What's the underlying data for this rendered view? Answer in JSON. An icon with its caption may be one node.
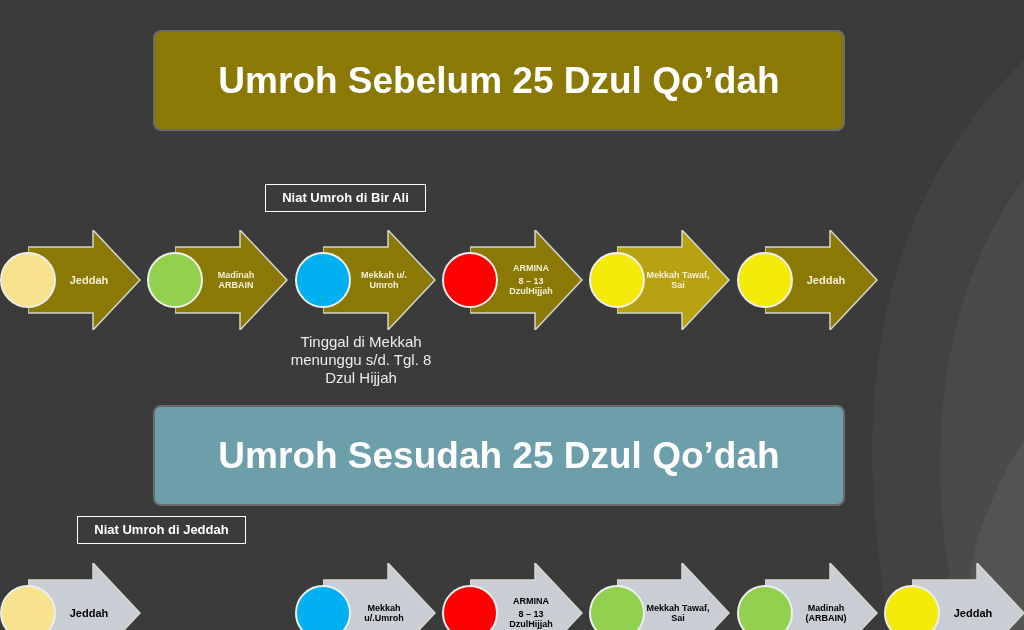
{
  "diagram": {
    "nodes": [
      {
        "text": [
          "Umroh Sebelum 25 Dzul Qo’dah"
        ]
      },
      {
        "text": [
          "Niat Umroh di Bir Ali"
        ]
      },
      {
        "text": [
          "Jeddah"
        ]
      },
      {
        "text": [
          "Madinah ARBAIN"
        ]
      },
      {
        "text": [
          "Mekkah u/. Umroh"
        ],
        "beside": [
          "Tinggal di Mekkah menunggu s/d. Tgl. 8 Dzul Hijjah"
        ]
      },
      {
        "text": [
          "ARMINA",
          "8 – 13 DzulHijjah"
        ]
      },
      {
        "text": [
          "Mekkah Tawaf, Sai"
        ]
      },
      {
        "text": [
          "Jeddah"
        ]
      },
      {
        "text": [
          "Umroh Sesudah 25 Dzul Qo’dah"
        ]
      },
      {
        "text": [
          "Niat Umroh di Jeddah"
        ]
      },
      {
        "text": [
          "Jeddah"
        ]
      },
      {
        "text": [
          "Mekkah u/.Umroh"
        ]
      },
      {
        "text": [
          "ARMINA",
          "8 – 13 DzulHijjah"
        ]
      },
      {
        "text": [
          "Mekkah Tawaf, Sai"
        ]
      },
      {
        "text": [
          "Madinah (ARBAIN)"
        ]
      },
      {
        "text": [
          "Jeddah"
        ]
      }
    ]
  }
}
